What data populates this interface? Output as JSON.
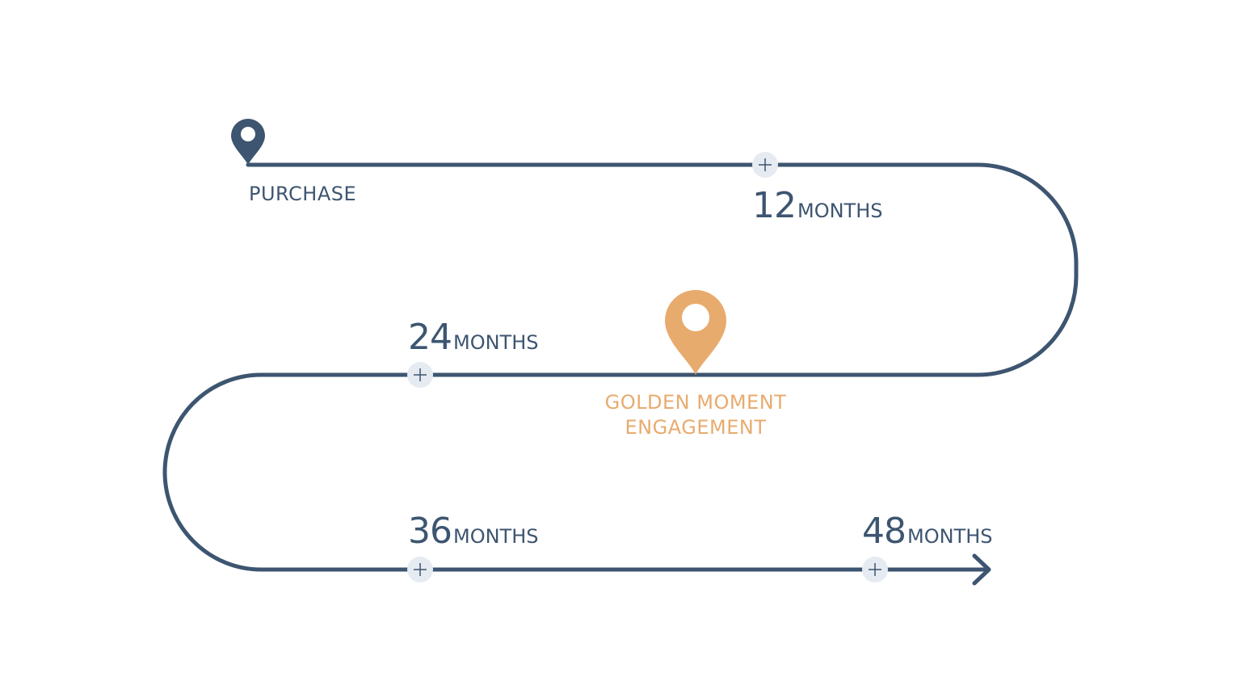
{
  "colors": {
    "path": "#3d5570",
    "accent": "#e8ab6e",
    "node_fill": "#e6ebf2",
    "node_plus": "#3d5570"
  },
  "start": {
    "label": "PURCHASE",
    "icon": "map-pin-icon"
  },
  "milestones": [
    {
      "number": "12",
      "unit": "MONTHS"
    },
    {
      "number": "24",
      "unit": "MONTHS"
    },
    {
      "number": "36",
      "unit": "MONTHS"
    },
    {
      "number": "48",
      "unit": "MONTHS"
    }
  ],
  "highlight": {
    "line1": "GOLDEN MOMENT",
    "line2": "ENGAGEMENT",
    "icon": "map-pin-icon"
  },
  "end": {
    "icon": "arrow-right-icon"
  },
  "node_icon": "plus-icon"
}
